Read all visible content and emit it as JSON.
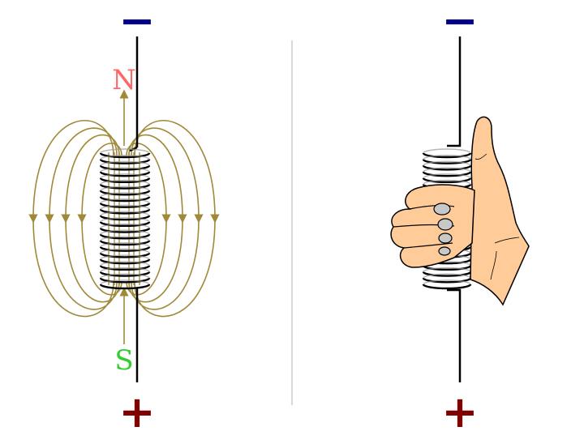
{
  "left_panel": {
    "negative_terminal": "−",
    "positive_terminal": "+",
    "north_label": "N",
    "south_label": "S",
    "coil_turns": 22,
    "field_loops_per_side": 4
  },
  "right_panel": {
    "negative_terminal": "−",
    "positive_terminal": "+",
    "coil_turns": 22
  },
  "colors": {
    "negative": "#000080",
    "positive": "#800000",
    "north": "#ff6666",
    "south": "#33cc33",
    "field": "#a08a3a",
    "skin": "#ffcc99",
    "nail": "#c8c8c8",
    "divider": "#cccccc"
  }
}
